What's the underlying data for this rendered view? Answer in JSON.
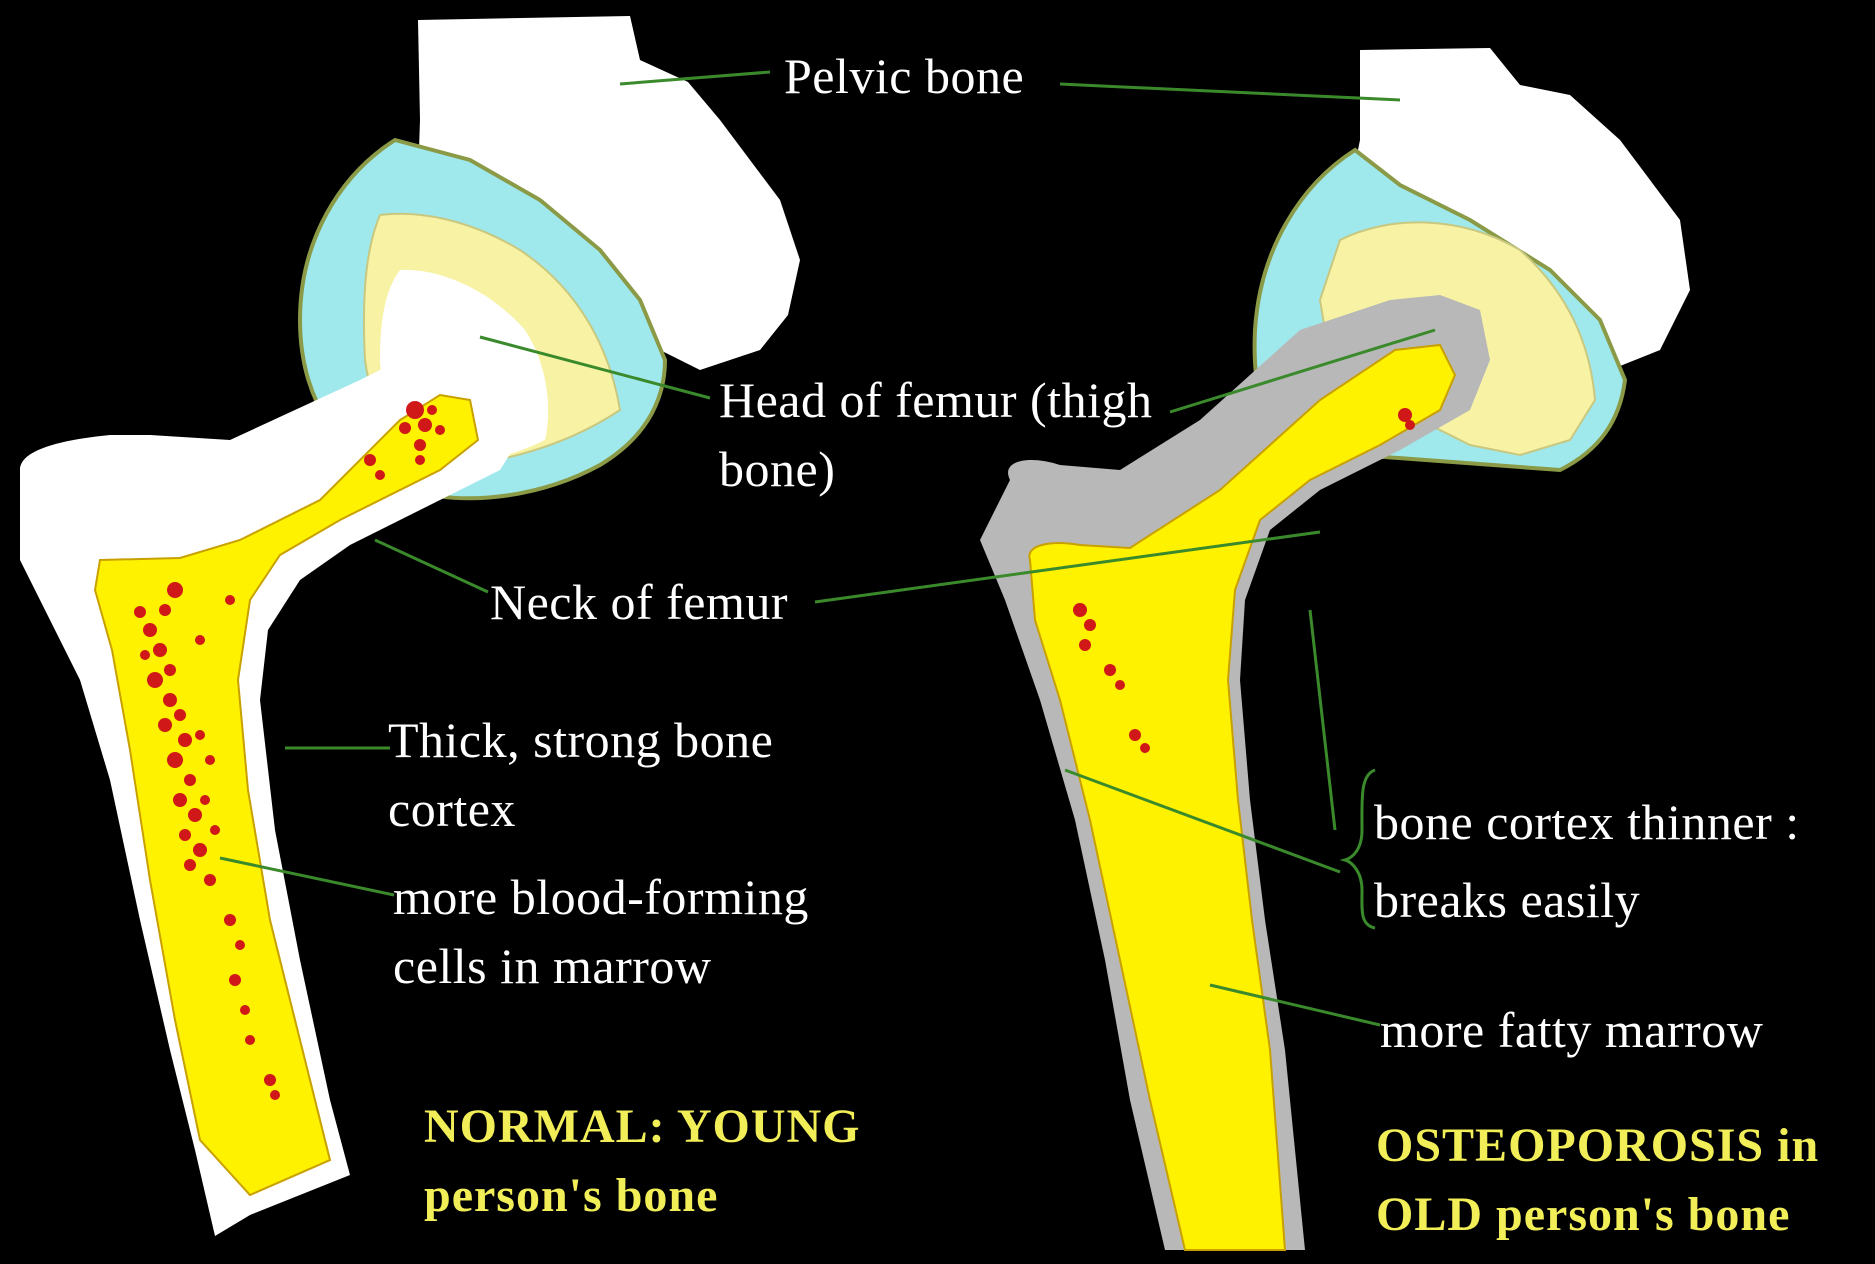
{
  "labels": {
    "pelvic_bone": "Pelvic  bone",
    "head_of_femur_line1": "Head of femur (thigh",
    "head_of_femur_line2": "bone)",
    "neck_of_femur": "Neck of femur",
    "thick_cortex_line1": "Thick, strong bone",
    "thick_cortex_line2": "cortex",
    "blood_cells_line1": "more blood-forming",
    "blood_cells_line2": "cells in marrow",
    "thin_cortex_line1": "bone cortex thinner :",
    "thin_cortex_line2": "breaks easily",
    "fatty_marrow": "more fatty marrow"
  },
  "captions": {
    "normal_line1": "NORMAL: YOUNG",
    "normal_line2": "person's bone",
    "osteo_line1": "OSTEOPOROSIS  in",
    "osteo_line2": "OLD  person's bone"
  },
  "colors": {
    "background": "#000000",
    "bone": "#ffffff",
    "cartilage": "#9fe8ec",
    "outer_rim": "#8a9a46",
    "marrow_band": "#f8f2a4",
    "marrow": "#fff200",
    "marrow_cells": "#d01818",
    "thin_cortex": "#b8b8b8",
    "leader_line": "#3a8a2c",
    "caption": "#f2ee58",
    "label_text": "#ffffff"
  }
}
